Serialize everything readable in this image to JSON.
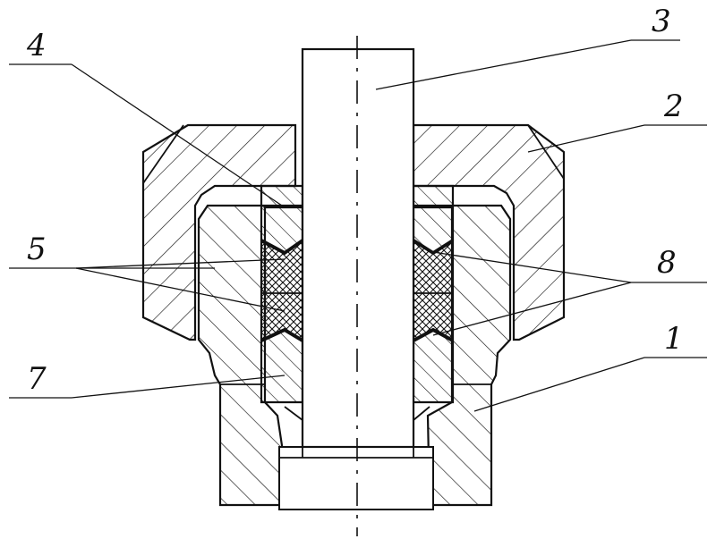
{
  "labels": {
    "l1": "1",
    "l2": "2",
    "l3": "3",
    "l4": "4",
    "l5": "5",
    "l7": "7",
    "l8": "8"
  },
  "colors": {
    "ink": "#111111",
    "paper": "#ffffff"
  }
}
